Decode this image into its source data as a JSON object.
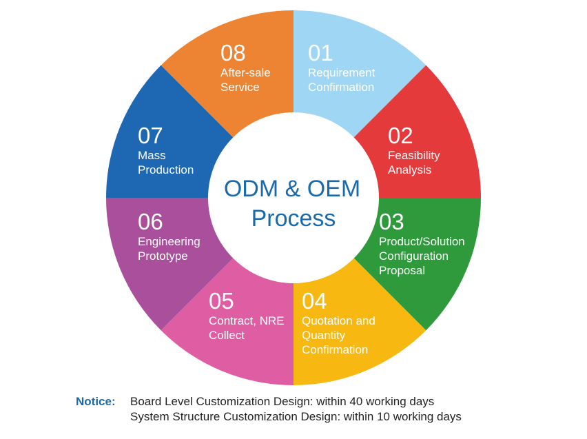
{
  "center": {
    "line1": "ODM & OEM",
    "line2": "Process",
    "color": "#1a6aab"
  },
  "segments": [
    {
      "number": "01",
      "lines": [
        "Requirement",
        "Confirmation"
      ],
      "color": "#9fd6f3",
      "icon": "segment-requirement-confirmation"
    },
    {
      "number": "02",
      "lines": [
        "Feasibility",
        "Analysis"
      ],
      "color": "#e43a3c",
      "icon": "segment-feasibility-analysis"
    },
    {
      "number": "03",
      "lines": [
        "Product/Solution",
        "Configuration",
        "Proposal"
      ],
      "color": "#2e9a3c",
      "icon": "segment-proposal"
    },
    {
      "number": "04",
      "lines": [
        "Quotation and",
        "Quantity",
        "Confirmation"
      ],
      "color": "#f7b812",
      "icon": "segment-quotation"
    },
    {
      "number": "05",
      "lines": [
        "Contract, NRE",
        "Collect"
      ],
      "color": "#df5ea3",
      "icon": "segment-contract"
    },
    {
      "number": "06",
      "lines": [
        "Engineering",
        "Prototype"
      ],
      "color": "#aa4f9c",
      "icon": "segment-prototype"
    },
    {
      "number": "07",
      "lines": [
        "Mass",
        "Production"
      ],
      "color": "#1e67b2",
      "icon": "segment-mass-production"
    },
    {
      "number": "08",
      "lines": [
        "After-sale",
        "Service"
      ],
      "color": "#ed8434",
      "icon": "segment-after-sale"
    }
  ],
  "notice": {
    "label": "Notice:",
    "lines": [
      "Board Level Customization Design: within 40 working days",
      "System Structure Customization Design: within 10 working days"
    ]
  }
}
